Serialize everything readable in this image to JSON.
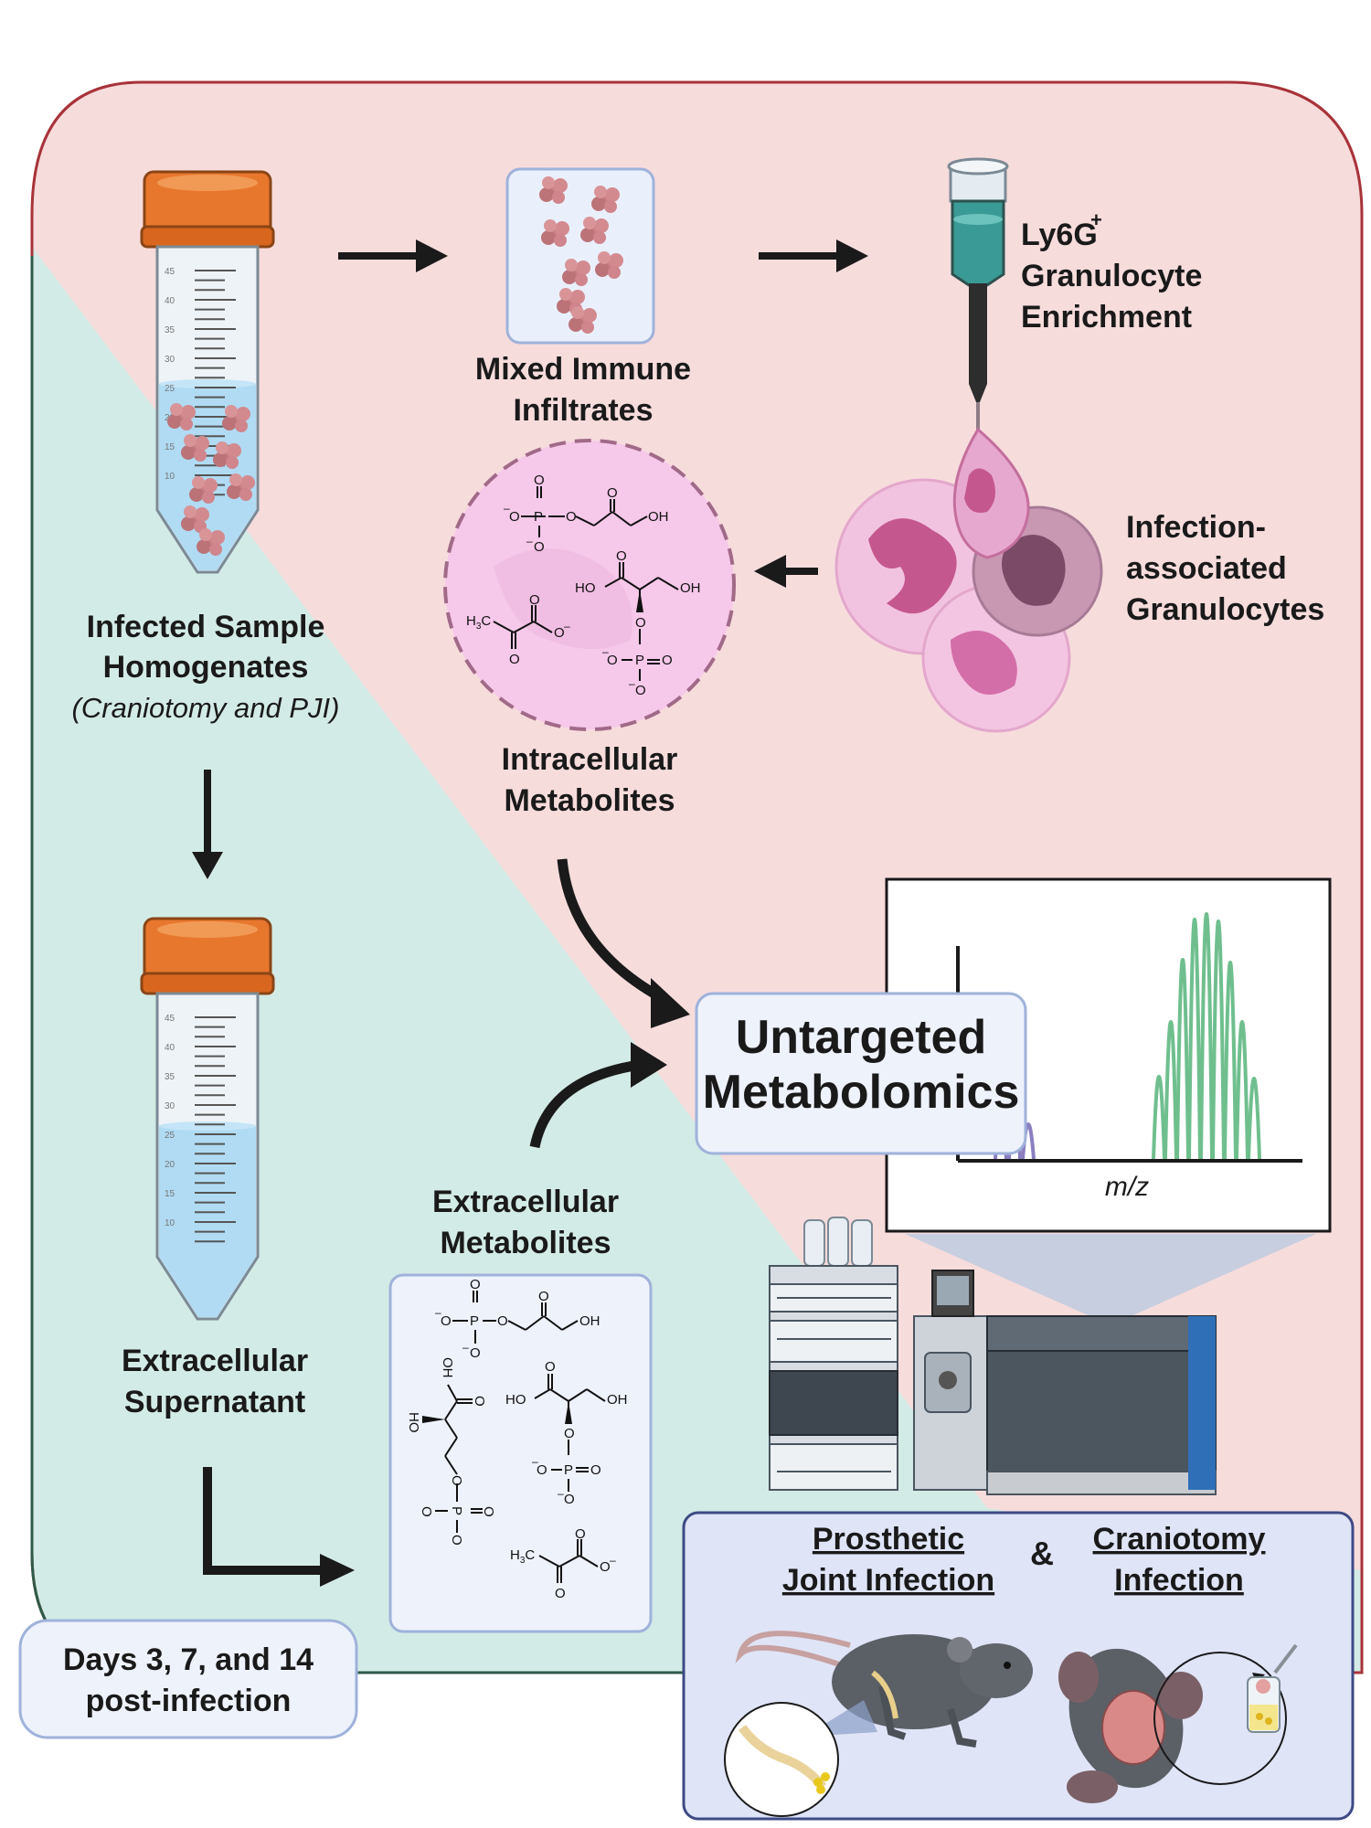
{
  "steps": {
    "homogenates": {
      "line1": "Infected Sample",
      "line2": "Homogenates",
      "line3": "(Craniotomy and PJI)"
    },
    "immune": {
      "line1": "Mixed Immune",
      "line2": "Infiltrates"
    },
    "enrichment": {
      "line1": "Ly6G",
      "sup": "+",
      "line2": "Granulocyte",
      "line3": "Enrichment"
    },
    "granulocytes": {
      "line1": "Infection-",
      "line2": "associated",
      "line3": "Granulocytes"
    },
    "intracellular": {
      "line1": "Intracellular",
      "line2": "Metabolites"
    },
    "supernatant": {
      "line1": "Extracellular",
      "line2": "Supernatant"
    },
    "extracellular": {
      "line1": "Extracellular",
      "line2": "Metabolites"
    },
    "metabolomics": {
      "line1": "Untargeted",
      "line2": "Metabolomics"
    },
    "days": {
      "line1": "Days 3, 7, and 14",
      "line2": "post-infection"
    }
  },
  "spectrum": {
    "xlabel": "m/z"
  },
  "infections": {
    "pji": {
      "line1": "Prosthetic",
      "line2": "Joint Infection"
    },
    "amp": "&",
    "cranio": {
      "line1": "Craniotomy",
      "line2": "Infection"
    }
  },
  "tube": {
    "graduations": [
      "45",
      "40",
      "35",
      "30",
      "25",
      "20",
      "15",
      "10"
    ]
  },
  "chem": {
    "o": "O",
    "om": "O",
    "p": "P",
    "oh": "OH",
    "ho": "HO",
    "h3c": "H",
    "h3sub": "3",
    "c": "C",
    "minus": "–"
  },
  "colors": {
    "pink_region": "#f7dcdc",
    "teal_region": "#d3ebe6",
    "outline": "#a8333a",
    "tube_cap": "#e8772e",
    "liquid": "#a9d8f2",
    "peak_green": "#6fbf8e",
    "peak_purple": "#8b7fc0",
    "box_blue": "#e6ecfb"
  }
}
